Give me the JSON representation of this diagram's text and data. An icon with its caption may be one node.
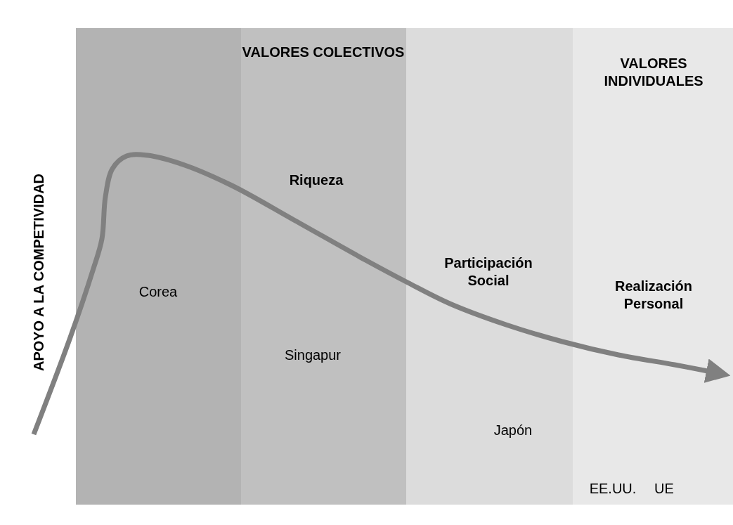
{
  "diagram": {
    "labels": [
      "APOYO A LA COMPETIVIDAD",
      "VALORES COLECTIVOS",
      "VALORES INDIVIDUALES",
      "Riqueza",
      "Participación Social",
      "Realización Personal",
      "Corea",
      "Singapur",
      "Japón",
      "EE.UU.",
      "UE"
    ]
  }
}
